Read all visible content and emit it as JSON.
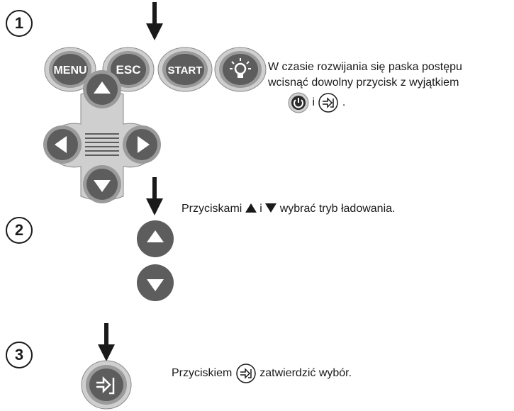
{
  "steps": [
    {
      "number": "1",
      "instruction_line1": "W czasie rozwijania się paska postępu",
      "instruction_line2": "wcisnąć dowolny przycisk z wyjątkiem",
      "instruction_line3_sep": "i",
      "instruction_line3_end": "."
    },
    {
      "number": "2",
      "instruction_prefix": "Przyciskami",
      "instruction_sep": "i",
      "instruction_suffix": "wybrać tryb ładowania."
    },
    {
      "number": "3",
      "instruction_prefix": "Przyciskiem",
      "instruction_suffix": "zatwierdzić wybór."
    }
  ],
  "buttons": {
    "menu": "MENU",
    "esc": "ESC",
    "start": "START"
  },
  "colors": {
    "button_fill": "#5d5d5d",
    "button_ring": "#9a9a9a",
    "button_outer": "#cfcfcf",
    "text": "#1a1a1a"
  }
}
